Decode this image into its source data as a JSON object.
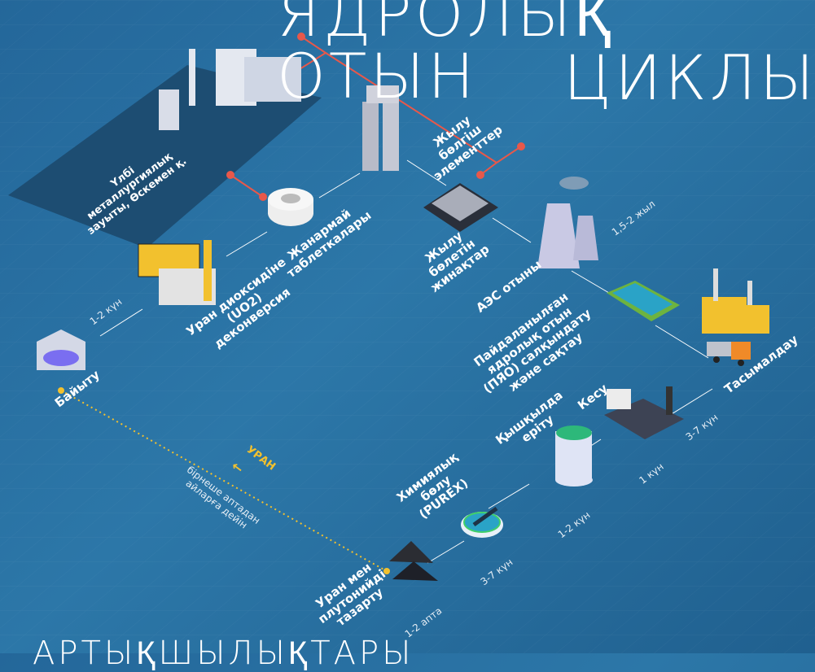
{
  "title": {
    "line1": "ЯДРОЛЫҚ ОТЫН",
    "line2": "ЦИКЛЫ"
  },
  "footer": "АРТЫҚШЫЛЫҚТАРЫ",
  "plant": "Үлбі металлургиялық зауыты, Өскемен қ.",
  "steps": {
    "enrichment": "Байыту",
    "deconversion": "Уран диоксидіне (UO2) деконверсия",
    "pellets": "Жанармай таблеткалары",
    "rods": "Жылу бөлгіш элементтер",
    "assemblies": "Жылу бөлетін жинақтар",
    "npp": "АЭС отыны",
    "storage": "Пайдаланылған ядролық отын (ПЯО) салқындату және сақтау",
    "transport": "Тасымалдау",
    "cutting": "Кесу",
    "dissolution": "Қышқылда еріту",
    "purex": "Химиялық бөлу (PUREX)",
    "purification": "Уран мен плутонийді тазарту"
  },
  "durations": {
    "d1": "1-2 күн",
    "d2": "1,5-2 жыл",
    "d3": "3-7 күн",
    "d4": "1 күн",
    "d5": "1-2 күн",
    "d6": "3-7 күн",
    "d7": "1-2 апта"
  },
  "return": {
    "label": "УРАН",
    "time": "бірнеше аптадан айларға дейін"
  },
  "colors": {
    "accent": "#f2c12e",
    "red": "#e8584a"
  }
}
